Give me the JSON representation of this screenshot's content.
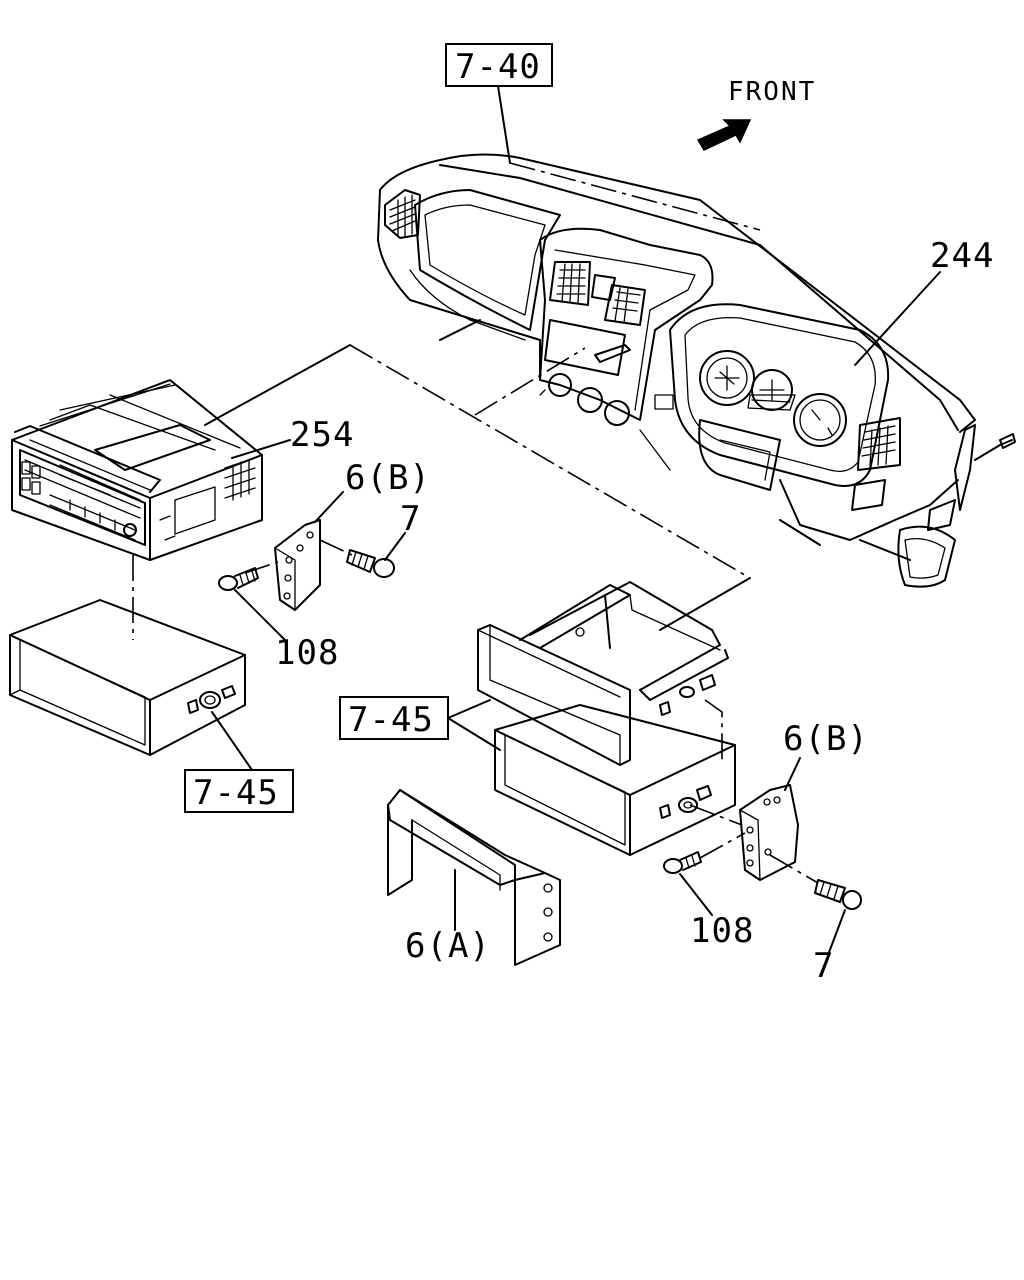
{
  "diagram": {
    "direction_label": "FRONT",
    "ref_labels": {
      "top_ref": "7-40",
      "left_ref": "7-45",
      "mid_ref": "7-45"
    },
    "part_labels": {
      "instrument_panel": "244",
      "audio_unit": "254",
      "bracket_b_left": "6(B)",
      "bracket_b_right": "6(B)",
      "bracket_a": "6(A)",
      "screw_left": "108",
      "screw_right": "108",
      "bolt_left": "7",
      "bolt_right": "7"
    }
  }
}
